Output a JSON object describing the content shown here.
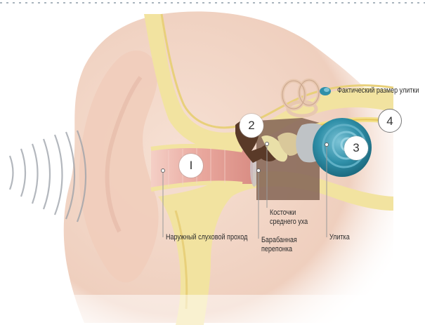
{
  "colors": {
    "skin": "#f3d6c6",
    "bone": "#f2e3a0",
    "canal": "#e7a8a0",
    "cochlea": "#2f8fa8",
    "ossicles": "#5a3a28",
    "dashed_border": "#a9b4bd"
  },
  "legend": {
    "icon": "cochlea-actual-size-icon",
    "text": "Фактический размер улитки"
  },
  "markers": [
    {
      "id": "1",
      "text": "I"
    },
    {
      "id": "2",
      "text": "2"
    },
    {
      "id": "3",
      "text": "3"
    },
    {
      "id": "4",
      "text": "4"
    }
  ],
  "labels": {
    "ear_canal": "Наружный слуховой проход",
    "eardrum_line1": "Барабанная",
    "eardrum_line2": "перепонка",
    "ossicles_line1": "Косточки",
    "ossicles_line2": "среднего уха",
    "cochlea": "Улитка"
  }
}
